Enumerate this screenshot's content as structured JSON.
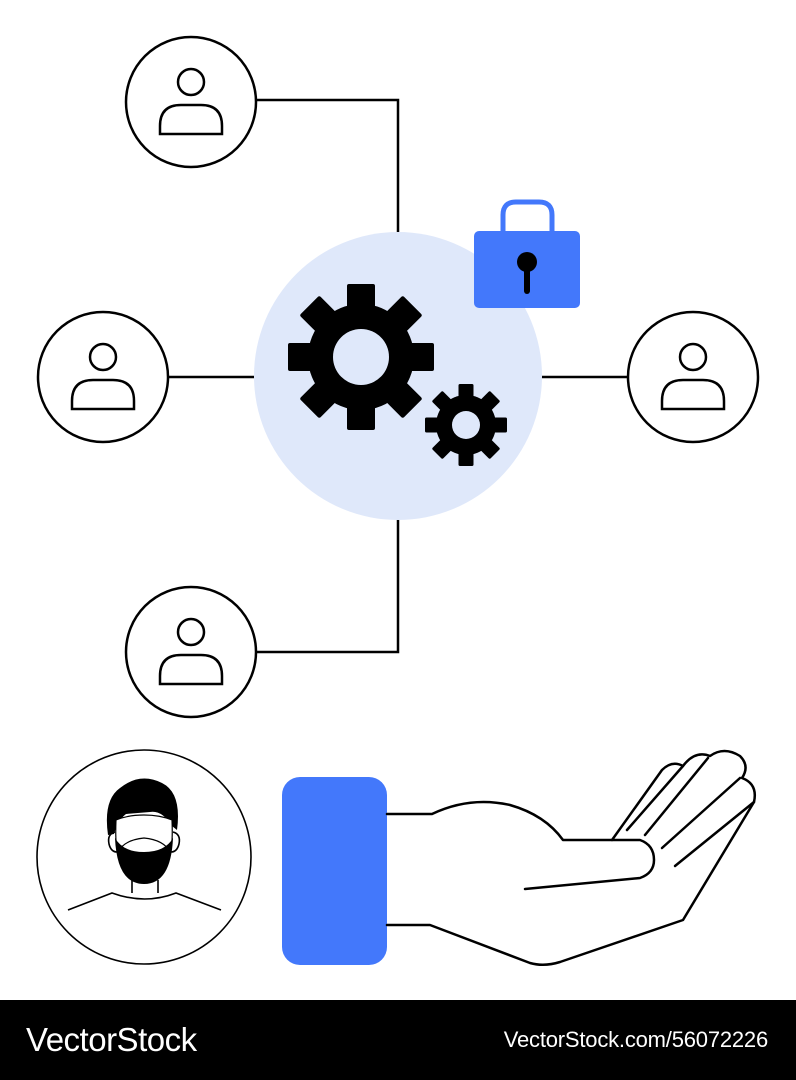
{
  "colors": {
    "accent": "#4378FB",
    "hub_fill": "#DFE8FA",
    "stroke": "#000000",
    "background": "#FFFFFF",
    "footer_bg": "#000000",
    "footer_text": "#FFFFFF"
  },
  "icons": {
    "hub": "gears-icon",
    "lock": "padlock-icon",
    "user_node": "user-icon",
    "person": "bearded-man-avatar",
    "hand": "open-hand-icon"
  },
  "footer": {
    "brand": "VectorStock",
    "registered_mark": "®",
    "ref": "VectorStock.com/56072226"
  }
}
